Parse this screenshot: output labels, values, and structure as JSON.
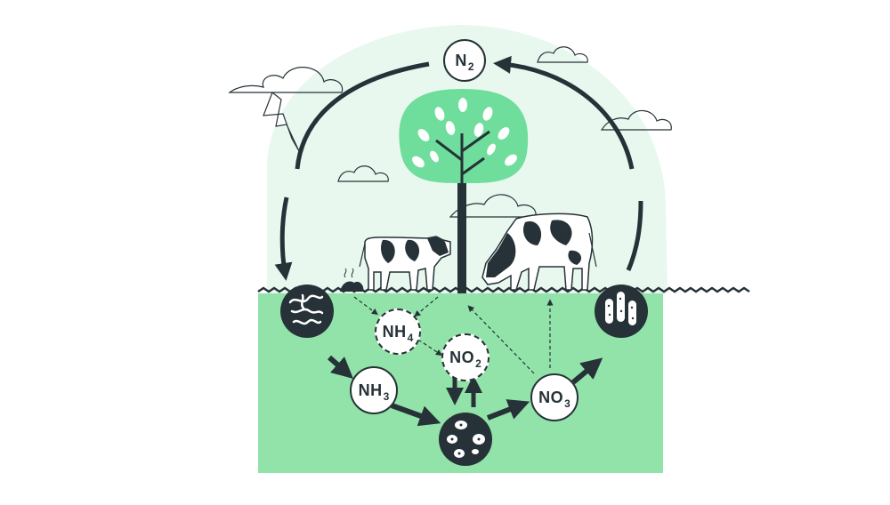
{
  "diagram": {
    "nodes": {
      "n2": {
        "base": "N",
        "sub": "2"
      },
      "nh4": {
        "base": "NH",
        "sub": "4"
      },
      "no2": {
        "base": "NO",
        "sub": "2"
      },
      "nh3": {
        "base": "NH",
        "sub": "3"
      },
      "no3": {
        "base": "NO",
        "sub": "3"
      }
    },
    "colors": {
      "mint_light": "#e8f8ef",
      "soil": "#92e3a9",
      "tree": "#6fdd9c",
      "dark": "#263238",
      "white": "#ffffff"
    }
  }
}
